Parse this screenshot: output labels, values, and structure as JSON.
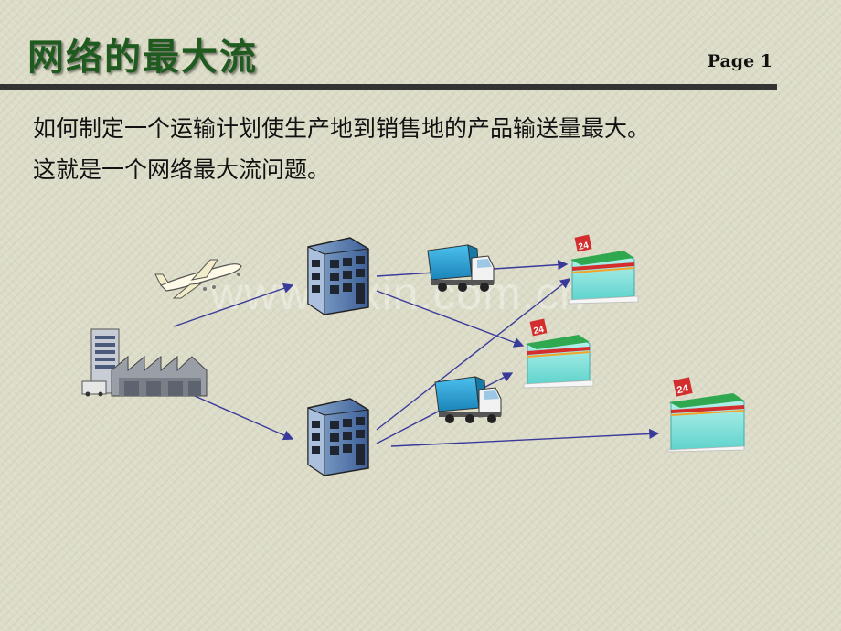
{
  "slide": {
    "title": "网络的最大流",
    "page_label": "Page 1",
    "lines": [
      "如何制定一个运输计划使生产地到销售地的产品输送量最大。",
      "这就是一个网络最大流问题。"
    ],
    "watermark": "www.zixin.com.cn",
    "store_badge": "24"
  },
  "colors": {
    "title": "#1f5a1f",
    "arrow": "#3a3a9a",
    "rule": "#333333",
    "truck_cargo": "#29a3d8",
    "store_roof": "#2fa84f",
    "store_stripe": "#d42d2d"
  },
  "icons": [
    "airplane-icon",
    "factory-icon",
    "warehouse-icon",
    "truck-icon",
    "store-icon"
  ]
}
